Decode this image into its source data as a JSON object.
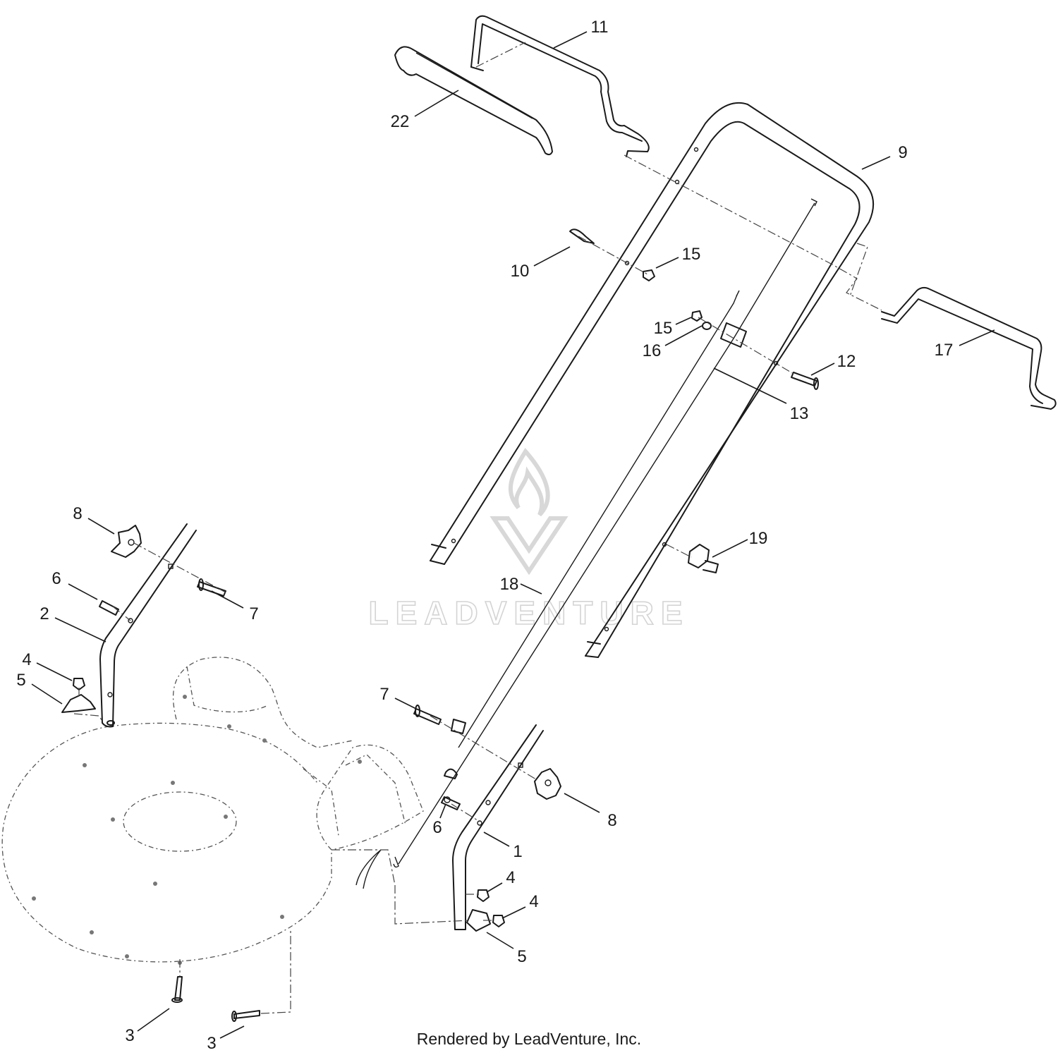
{
  "diagram": {
    "watermark": {
      "brand": "LEADVENTURE",
      "logo_name": "leadventure-logo-icon"
    },
    "credit": "Rendered by LeadVenture, Inc.",
    "callouts": [
      {
        "id": "c11",
        "label": "11"
      },
      {
        "id": "c22",
        "label": "22"
      },
      {
        "id": "c9",
        "label": "9"
      },
      {
        "id": "c10",
        "label": "10"
      },
      {
        "id": "c15a",
        "label": "15"
      },
      {
        "id": "c15b",
        "label": "15"
      },
      {
        "id": "c16",
        "label": "16"
      },
      {
        "id": "c12",
        "label": "12"
      },
      {
        "id": "c17",
        "label": "17"
      },
      {
        "id": "c13",
        "label": "13"
      },
      {
        "id": "c8a",
        "label": "8"
      },
      {
        "id": "c6a",
        "label": "6"
      },
      {
        "id": "c7a",
        "label": "7"
      },
      {
        "id": "c2",
        "label": "2"
      },
      {
        "id": "c4a",
        "label": "4"
      },
      {
        "id": "c5a",
        "label": "5"
      },
      {
        "id": "c19",
        "label": "19"
      },
      {
        "id": "c18",
        "label": "18"
      },
      {
        "id": "c7b",
        "label": "7"
      },
      {
        "id": "c8b",
        "label": "8"
      },
      {
        "id": "c6b",
        "label": "6"
      },
      {
        "id": "c1",
        "label": "1"
      },
      {
        "id": "c4b",
        "label": "4"
      },
      {
        "id": "c4c",
        "label": "4"
      },
      {
        "id": "c5b",
        "label": "5"
      },
      {
        "id": "c3a",
        "label": "3"
      },
      {
        "id": "c3b",
        "label": "3"
      }
    ]
  }
}
